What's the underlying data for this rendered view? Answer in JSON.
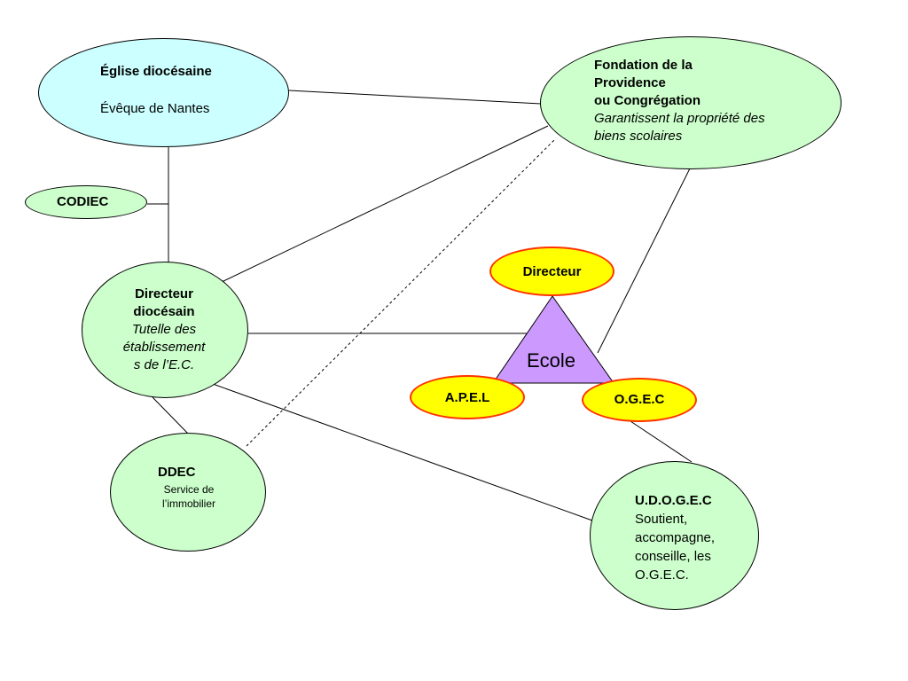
{
  "eglise": {
    "title": "Église diocésaine",
    "subtitle": "Évêque de Nantes"
  },
  "fondation": {
    "title_line1": "Fondation de la",
    "title_line2": "Providence",
    "title_line3": "ou Congrégation",
    "desc_line1": "Garantissent la propriété des",
    "desc_line2": "biens scolaires"
  },
  "codiec": {
    "label": "CODIEC"
  },
  "directeur_diocesain": {
    "title_line1": "Directeur",
    "title_line2": "diocésain",
    "desc_line1": "Tutelle des",
    "desc_line2": "établissement",
    "desc_line3": "s de l’E.C."
  },
  "ddec": {
    "title": "DDEC",
    "desc_line1": "Service de",
    "desc_line2": "l’immobilier"
  },
  "udogec": {
    "title": "U.D.O.G.E.C",
    "desc_line1": "Soutient,",
    "desc_line2": "accompagne,",
    "desc_line3": "conseille, les",
    "desc_line4": "O.G.E.C."
  },
  "ecole": {
    "label": "Ecole"
  },
  "directeur": {
    "label": "Directeur"
  },
  "apel": {
    "label": "A.P.E.L"
  },
  "ogec": {
    "label": "O.G.E.C"
  },
  "colors": {
    "green_node": "#ccffcc",
    "cyan_node": "#ccffff",
    "yellow_node": "#ffff00",
    "yellow_border": "#ff3300",
    "triangle": "#cc99ff"
  }
}
